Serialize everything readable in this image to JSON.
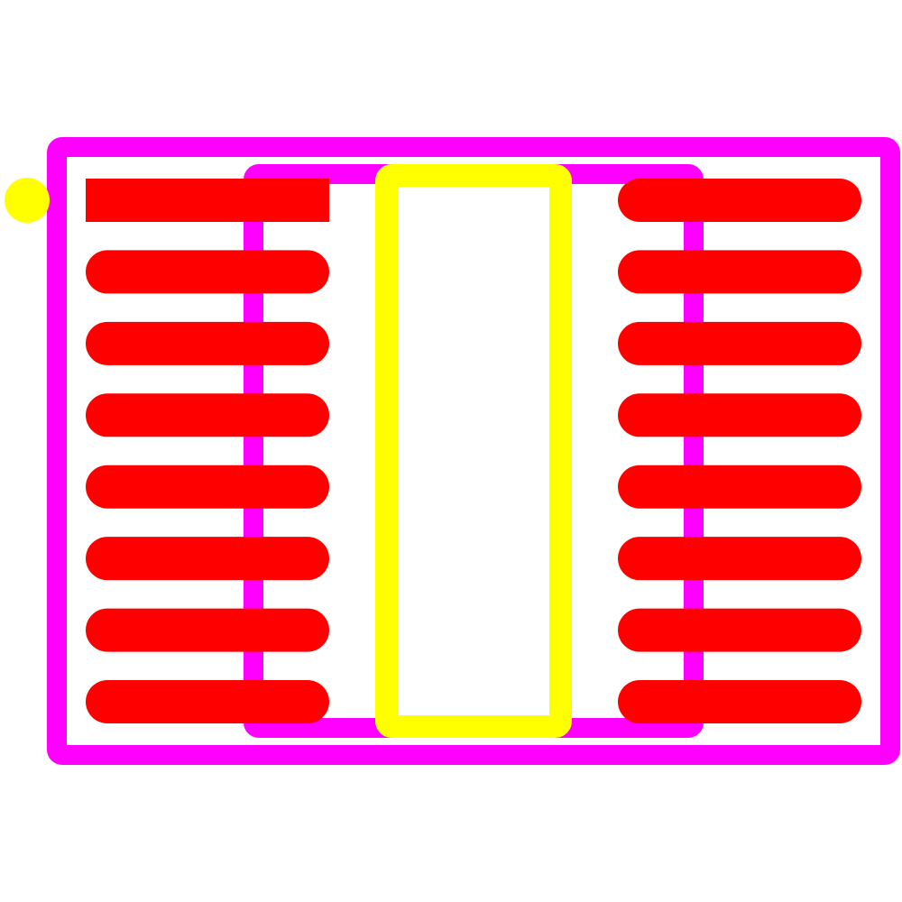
{
  "footprint": {
    "colors": {
      "pad": "#ff0000",
      "courtyard": "#ff00ff",
      "silkscreen": "#ffff00",
      "background": "#ffffff"
    },
    "pins_per_side": 8,
    "pin1_shape": "rectangle",
    "other_pins_shape": "oval",
    "pin1_marker": "yellow-dot"
  }
}
